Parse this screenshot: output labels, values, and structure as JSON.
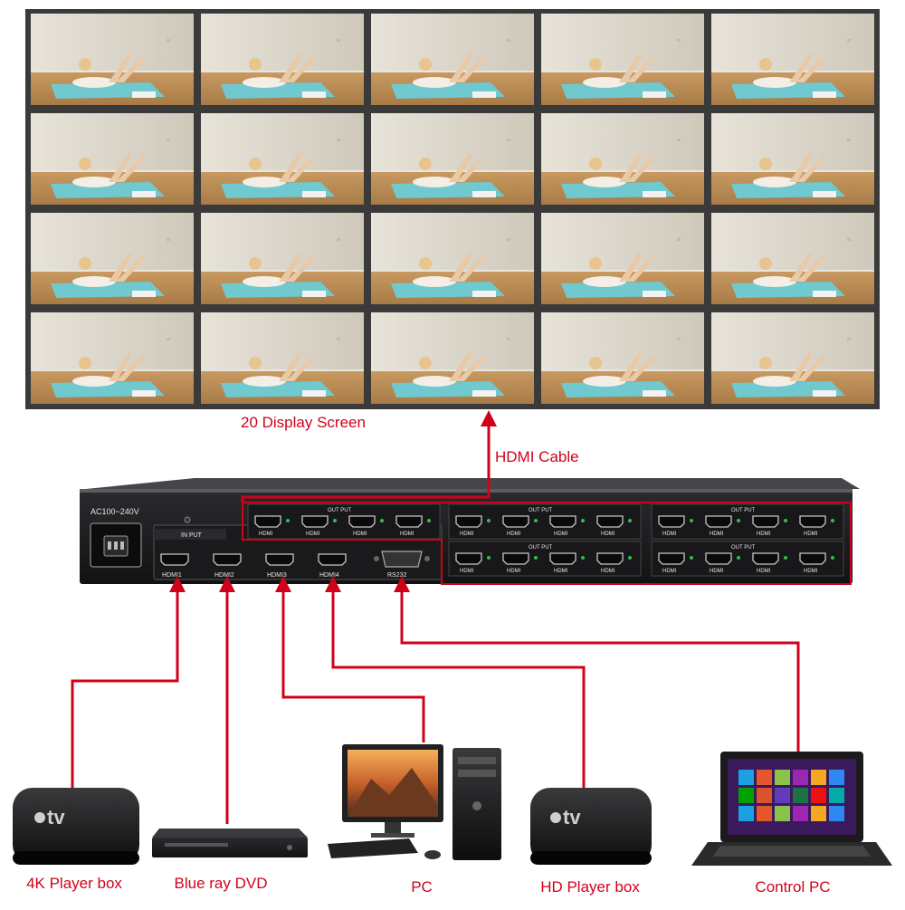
{
  "colors": {
    "accent": "#d0021b",
    "device_body": "#1f1f22",
    "screen_wall": "#3a3a3a",
    "mat": "#6fc9cf",
    "floor": "#b98a54",
    "wall": "#ddd9cf"
  },
  "video_wall": {
    "rows": 4,
    "cols": 5,
    "label": "20 Display Screen"
  },
  "cable_label": "HDMI Cable",
  "controller": {
    "power_label": "AC100~240V",
    "input_group_label": "IN PUT",
    "output_group_label": "OUT PUT",
    "output_port_label": "HDMI",
    "output_groups": 5,
    "inputs": [
      "HDMI1",
      "HDMI2",
      "HDMI3",
      "HDMI4"
    ],
    "serial_label": "RS232"
  },
  "devices": [
    {
      "id": "apple-tv-4k",
      "label": "4K Player box",
      "icon": "apple-tv-icon",
      "badge": "tv"
    },
    {
      "id": "bluray",
      "label": "Blue ray DVD",
      "icon": "bluray-player-icon"
    },
    {
      "id": "pc",
      "label": "PC",
      "icon": "desktop-pc-icon"
    },
    {
      "id": "apple-tv-hd",
      "label": "HD Player box",
      "icon": "apple-tv-icon",
      "badge": "tv"
    },
    {
      "id": "laptop",
      "label": "Control PC",
      "icon": "laptop-icon"
    }
  ]
}
